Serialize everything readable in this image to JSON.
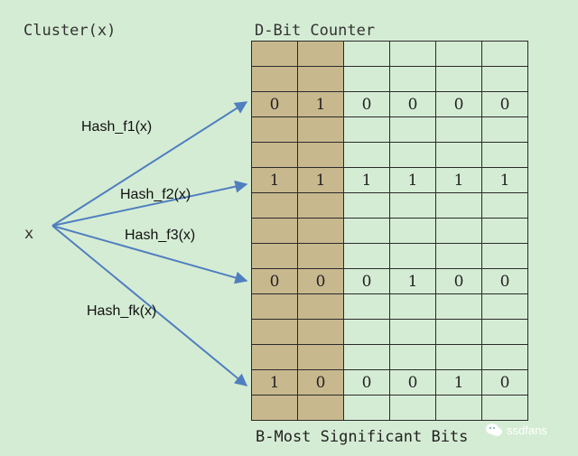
{
  "labels": {
    "cluster": "Cluster(x)",
    "counter_title": "D-Bit Counter",
    "input": "x",
    "footer": "B-Most Significant Bits"
  },
  "hashes": [
    "Hash_f1(x)",
    "Hash_f2(x)",
    "Hash_f3(x)",
    "Hash_fk(x)"
  ],
  "grid": {
    "columns": 6,
    "msb_columns": 2,
    "rows": [
      [
        "",
        "",
        "",
        "",
        "",
        ""
      ],
      [
        "",
        "",
        "",
        "",
        "",
        ""
      ],
      [
        "0",
        "1",
        "0",
        "0",
        "0",
        "0"
      ],
      [
        "",
        "",
        "",
        "",
        "",
        ""
      ],
      [
        "",
        "",
        "",
        "",
        "",
        ""
      ],
      [
        "1",
        "1",
        "1",
        "1",
        "1",
        "1"
      ],
      [
        "",
        "",
        "",
        "",
        "",
        ""
      ],
      [
        "",
        "",
        "",
        "",
        "",
        ""
      ],
      [
        "",
        "",
        "",
        "",
        "",
        ""
      ],
      [
        "0",
        "0",
        "0",
        "1",
        "0",
        "0"
      ],
      [
        "",
        "",
        "",
        "",
        "",
        ""
      ],
      [
        "",
        "",
        "",
        "",
        "",
        ""
      ],
      [
        "",
        "",
        "",
        "",
        "",
        ""
      ],
      [
        "1",
        "0",
        "0",
        "0",
        "1",
        "0"
      ],
      [
        "",
        "",
        "",
        "",
        "",
        ""
      ]
    ]
  },
  "colors": {
    "background": "#d5ecd4",
    "msb_fill": "#c8b88e",
    "arrow": "#4f7fbf"
  },
  "watermark": "ssdfans"
}
